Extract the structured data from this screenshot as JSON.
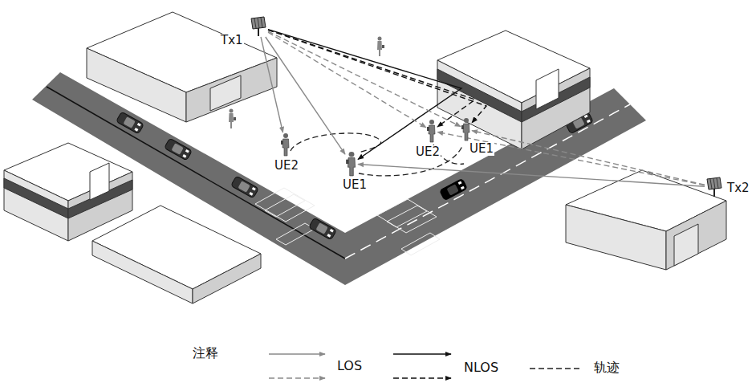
{
  "diagram": {
    "nodes": [
      {
        "text": [
          "Tx1"
        ]
      },
      {
        "text": [
          "UE2"
        ]
      },
      {
        "text": [
          "UE1"
        ]
      },
      {
        "text": [
          "UE2"
        ]
      },
      {
        "text": [
          "UE1"
        ]
      },
      {
        "text": [
          "Tx2"
        ]
      }
    ],
    "edges": [
      {
        "from": 0,
        "to": 1,
        "arrow": "to"
      },
      {
        "from": 0,
        "to": 2,
        "arrow": "to"
      },
      {
        "from": 0,
        "to": 2,
        "arrow": "to"
      },
      {
        "from": 0,
        "to": 3,
        "arrow": "to"
      },
      {
        "from": 0,
        "to": 4,
        "arrow": "to"
      },
      {
        "from": 0,
        "to": 3,
        "arrow": "to"
      },
      {
        "from": 0,
        "to": 4,
        "arrow": "to"
      },
      {
        "from": 5,
        "to": 2,
        "arrow": "to"
      },
      {
        "from": 5,
        "to": 4,
        "arrow": "to"
      },
      {
        "from": 5,
        "to": 3,
        "arrow": "to"
      }
    ],
    "labels": [
      "注释"
    ],
    "legend": [
      {
        "text": "LOS"
      },
      {
        "text": "NLOS"
      },
      {
        "text": "轨迹"
      }
    ]
  }
}
